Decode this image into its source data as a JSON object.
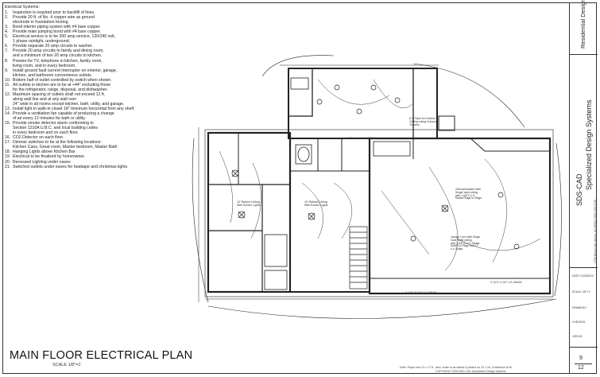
{
  "notes": {
    "heading": "Electrical Systems:",
    "items": [
      {
        "num": "1.",
        "lines": [
          "Inspection is required prior to backfill of lines."
        ]
      },
      {
        "num": "2.",
        "lines": [
          "Provide 20 ft. of No. 4 copper wire as ground",
          "electrode in foundation footing."
        ]
      },
      {
        "num": "3.",
        "lines": [
          "Bond interior piping system with #4 bare copper."
        ]
      },
      {
        "num": "4.",
        "lines": [
          "Provide main jumping bond with #4 bare copper."
        ]
      },
      {
        "num": "5.",
        "lines": [
          "Electrical service is to be 200 amp service, 120/240 volt,",
          "1 phase raintight, underground."
        ]
      },
      {
        "num": "6.",
        "lines": [
          "Provide separate 20 amp circuits to washer."
        ]
      },
      {
        "num": "7.",
        "lines": [
          "Provide 20 amp circuits to family and dining room,",
          "and a minimum of two 20 amp circuits to kitchen."
        ]
      },
      {
        "num": "8.",
        "lines": [
          "Prewire for TV, telephone in kitchen, family room,",
          "living room, and in every bedroom."
        ]
      },
      {
        "num": "9.",
        "lines": [
          "Install ground fault current interrupter on exterior, garage,",
          "kitchen, and bathroom convenience outlets."
        ]
      },
      {
        "num": "10.",
        "lines": [
          "Bottom half of outlet controlled by switch when shown."
        ]
      },
      {
        "num": "11.",
        "lines": [
          "All outlets in kitchen are to be at +44\" excluding those",
          "for the refrigerator, range, disposal, and dishwasher."
        ]
      },
      {
        "num": "12.",
        "lines": [
          "Maximum spacing of outlets shall not exceed 12 ft.",
          "along wall line and at any wall over",
          "24\" wide in all rooms except kitchen, bath, utility, and garage."
        ]
      },
      {
        "num": "13.",
        "lines": [
          "Install light in walk-in closet 18\" minimum horizontal from any shelf."
        ]
      },
      {
        "num": "14.",
        "lines": [
          "Provide a ventilation fan capable of producing a change",
          "of air every 12 minutes for bath or utility."
        ]
      },
      {
        "num": "15.",
        "lines": [
          "Provide smoke detector alarm conforming to",
          "Section 1210A U.B.C. and local building codes",
          "in every bedroom and on each floor."
        ]
      },
      {
        "num": "16.",
        "lines": [
          "CO2 Detector on each floor."
        ]
      },
      {
        "num": "17.",
        "lines": [
          "Dimmer switches to be at the following locations:",
          "Kitchen Cans, Great room, Master bedroom, Master Bath"
        ]
      },
      {
        "num": "18.",
        "lines": [
          "Hanging Lights above Kitchen Bar"
        ]
      },
      {
        "num": "19.",
        "lines": [
          "Electrical to be finalized by homeowner."
        ]
      },
      {
        "num": "20.",
        "lines": [
          "Recessed Lighting under eaves"
        ]
      },
      {
        "num": "21.",
        "lines": [
          "Switched outlets under eaves for heattape and christmas lights"
        ]
      }
    ]
  },
  "plan": {
    "title": "MAIN FLOOR ELECTRICAL PLAN",
    "scale": "SCALE 1/8\"=1'",
    "labels": {
      "vault_kitchen": [
        "8'-0\"Vault for Kitchen",
        "Ceiling Using Scissor",
        "Trusses"
      ],
      "raised_left": [
        "10' Raised Ceiling",
        "With Border Lights"
      ],
      "raised_center": [
        "10' Raised Ceiling",
        "With Border Lights"
      ],
      "great_room": [
        "General/Vaulted Wall",
        "Single Vault ceiling",
        "with 1 5/8\"T.U.S.",
        "Radial Ridge to Ridge"
      ],
      "garage": [
        "Garage Cem Wall Single",
        "Vault Soffit ceiling",
        "with 1 5/8\"U.U.S. Radial",
        "SAMP to Ridge and 17\"",
        "o.c. Ridge"
      ],
      "lvl_beam_right": "3 1/2\"x 9 1/4\" LVL BEAM",
      "lvl_beam_bottom": "3 1/2\"x 9 1/4\" LVL BEAM",
      "lvl_beam_top": "3 1/2\"x 9 1/4\" LVL BEAM"
    },
    "footer_note": "Note: Paper size 11 x 17 ft., also, scale is as stated if printed on 22 x 34. Customize to fit.",
    "footer_copy": "COPYRIGHT 2009 SDS-CAD Specialized Design Systems"
  },
  "title_block": {
    "project": "Residential Design",
    "company": "Specialized Design Systems",
    "company_short": "SDS-CAD",
    "address": "1750 Ellison Rd.  Alpine, AZ 85920  (928) 339-4700",
    "fields": [
      "DATE: 01/30/2013",
      "SCALE: 1/8\"=1'",
      "DRAWN BY:",
      "CHECKED:",
      "JOB NO:"
    ],
    "sheet": "9",
    "of": "12"
  }
}
